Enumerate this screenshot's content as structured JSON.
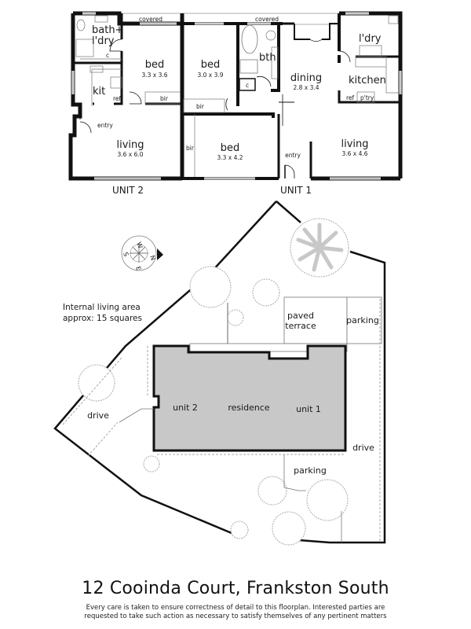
{
  "floorplan": {
    "covered_left": "covered",
    "covered_right": "covered",
    "unit2": {
      "label": "UNIT 2",
      "rooms": {
        "bath_line1": "bath+",
        "bath_line2": "l'dry",
        "bed": "bed",
        "bed_dim": "3.3 x 3.6",
        "kit": "kit",
        "living": "living",
        "living_dim": "3.6 x 6.0",
        "entry": "entry",
        "ref": "ref",
        "bir": "bir",
        "c": "c"
      }
    },
    "unit1": {
      "label": "UNIT 1",
      "rooms": {
        "bed1": "bed",
        "bed1_dim": "3.0 x 3.9",
        "bth": "bth",
        "c": "c",
        "bir1": "bir",
        "bed2": "bed",
        "bed2_dim": "3.3 x 4.2",
        "bir2": "bir",
        "dining": "dining",
        "dining_dim": "2.8 x 3.4",
        "ldry": "l'dry",
        "kitchen": "kitchen",
        "ref": "ref",
        "pantry": "p'try",
        "living": "living",
        "living_dim": "3.6 x 4.6",
        "entry": "entry"
      }
    }
  },
  "compass": {
    "labels": [
      "W",
      "N",
      "E",
      "S"
    ]
  },
  "site_plan": {
    "area_note_line1": "Internal living area",
    "area_note_line2": "approx: 15 squares",
    "labels": {
      "paved_line1": "paved",
      "paved_line2": "terrace",
      "parking_top": "parking",
      "unit2": "unit 2",
      "residence": "residence",
      "unit1": "unit 1",
      "drive_left": "drive",
      "drive_right": "drive",
      "parking_bottom": "parking"
    },
    "colors": {
      "residence_fill": "#c8c8c8",
      "wall": "#111111",
      "tree_outline": "#9a9a9a"
    }
  },
  "footer": {
    "title": "12 Cooinda Court, Frankston South",
    "disclaimer_line1": "Every care is taken to ensure correctness of detail to this floorplan. Interested parties are",
    "disclaimer_line2": "requested to take such action as necessary to satisfy themselves of any pertinent matters"
  }
}
